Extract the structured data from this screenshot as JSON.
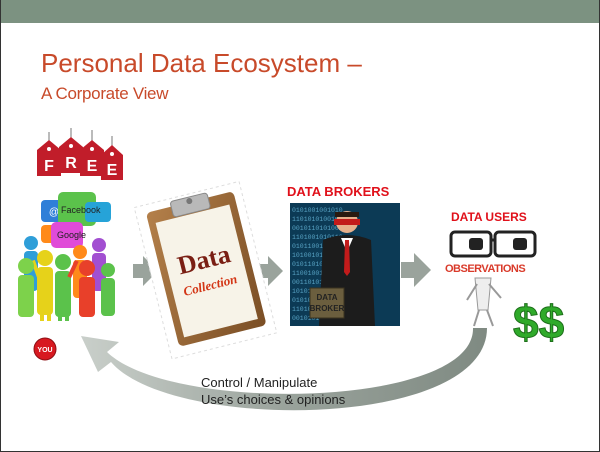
{
  "slide": {
    "title": "Personal Data Ecosystem –",
    "subtitle": "A Corporate View"
  },
  "crowd": {
    "free_tags": [
      "F",
      "R",
      "E",
      "E"
    ],
    "bubbles": [
      "Facebook",
      "Google"
    ],
    "you_badge": "YOU"
  },
  "collection": {
    "line1": "Data",
    "line2": "Collection"
  },
  "brokers": {
    "label": "DATA BROKERS",
    "sign_line1": "DATA",
    "sign_line2": "BROKER"
  },
  "users": {
    "label": "DATA USERS",
    "observations": "OBSERVATIONS",
    "money": "$$"
  },
  "feedback": {
    "line1": "Control / Manipulate",
    "line2": "Use’s choices & opinions"
  },
  "colors": {
    "accent_title": "#c84a2a",
    "label_red": "#e0101a",
    "topbar": "#7c9281",
    "arrow": "#9aa39c",
    "money": "#2faa2a"
  }
}
